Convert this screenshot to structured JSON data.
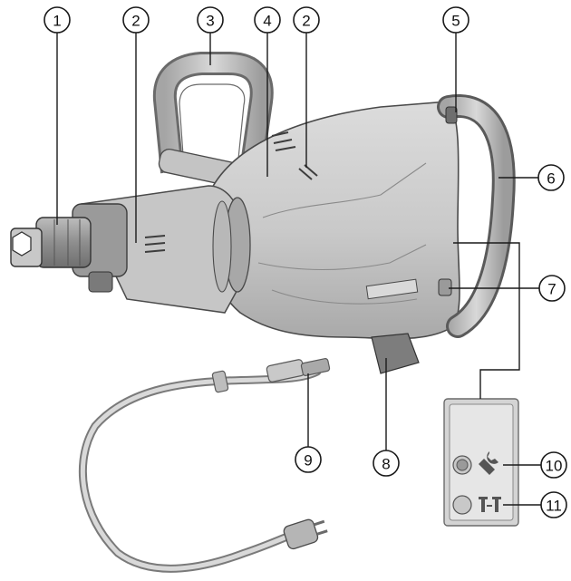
{
  "figure": {
    "tool_badge_text": "",
    "callouts": [
      {
        "id": "c1",
        "label": "1"
      },
      {
        "id": "c2a",
        "label": "2"
      },
      {
        "id": "c3",
        "label": "3"
      },
      {
        "id": "c4",
        "label": "4"
      },
      {
        "id": "c2b",
        "label": "2"
      },
      {
        "id": "c5",
        "label": "5"
      },
      {
        "id": "c6",
        "label": "6"
      },
      {
        "id": "c7",
        "label": "7"
      },
      {
        "id": "c8",
        "label": "8"
      },
      {
        "id": "c9",
        "label": "9"
      },
      {
        "id": "c10",
        "label": "10"
      },
      {
        "id": "c11",
        "label": "11"
      }
    ],
    "icons": {
      "service_indicator": "wrench-icon",
      "tamper_indicator": "t-arrow-t-icon"
    },
    "colors": {
      "body_light": "#d6d6d6",
      "body_mid": "#bdbdbd",
      "body_dark": "#8c8c8c",
      "outline": "#5a5a5a"
    }
  }
}
